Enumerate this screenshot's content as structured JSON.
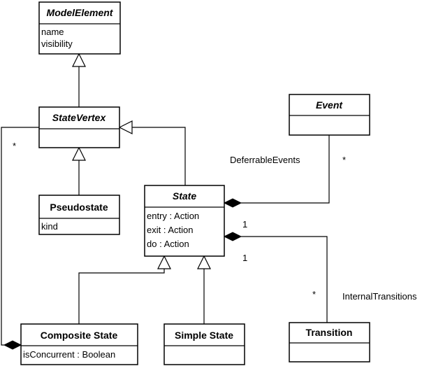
{
  "classes": {
    "model_element": {
      "name": "ModelElement",
      "attributes": [
        "name",
        "visibility"
      ]
    },
    "state_vertex": {
      "name": "StateVertex"
    },
    "event": {
      "name": "Event"
    },
    "state": {
      "name": "State",
      "attributes": [
        "entry : Action",
        "exit : Action",
        "do : Action"
      ]
    },
    "pseudostate": {
      "name": "Pseudostate",
      "attributes": [
        "kind"
      ]
    },
    "composite_state": {
      "name": "Composite State",
      "attributes": [
        "isConcurrent : Boolean"
      ]
    },
    "simple_state": {
      "name": "Simple State"
    },
    "transition": {
      "name": "Transition"
    }
  },
  "labels": {
    "deferrable_events": "DeferrableEvents",
    "internal_transitions": "InternalTransitions",
    "mult_event": "*",
    "mult_vertex": "*",
    "mult_state_top": "1",
    "mult_state_bottom": "1",
    "mult_transition": "*"
  }
}
